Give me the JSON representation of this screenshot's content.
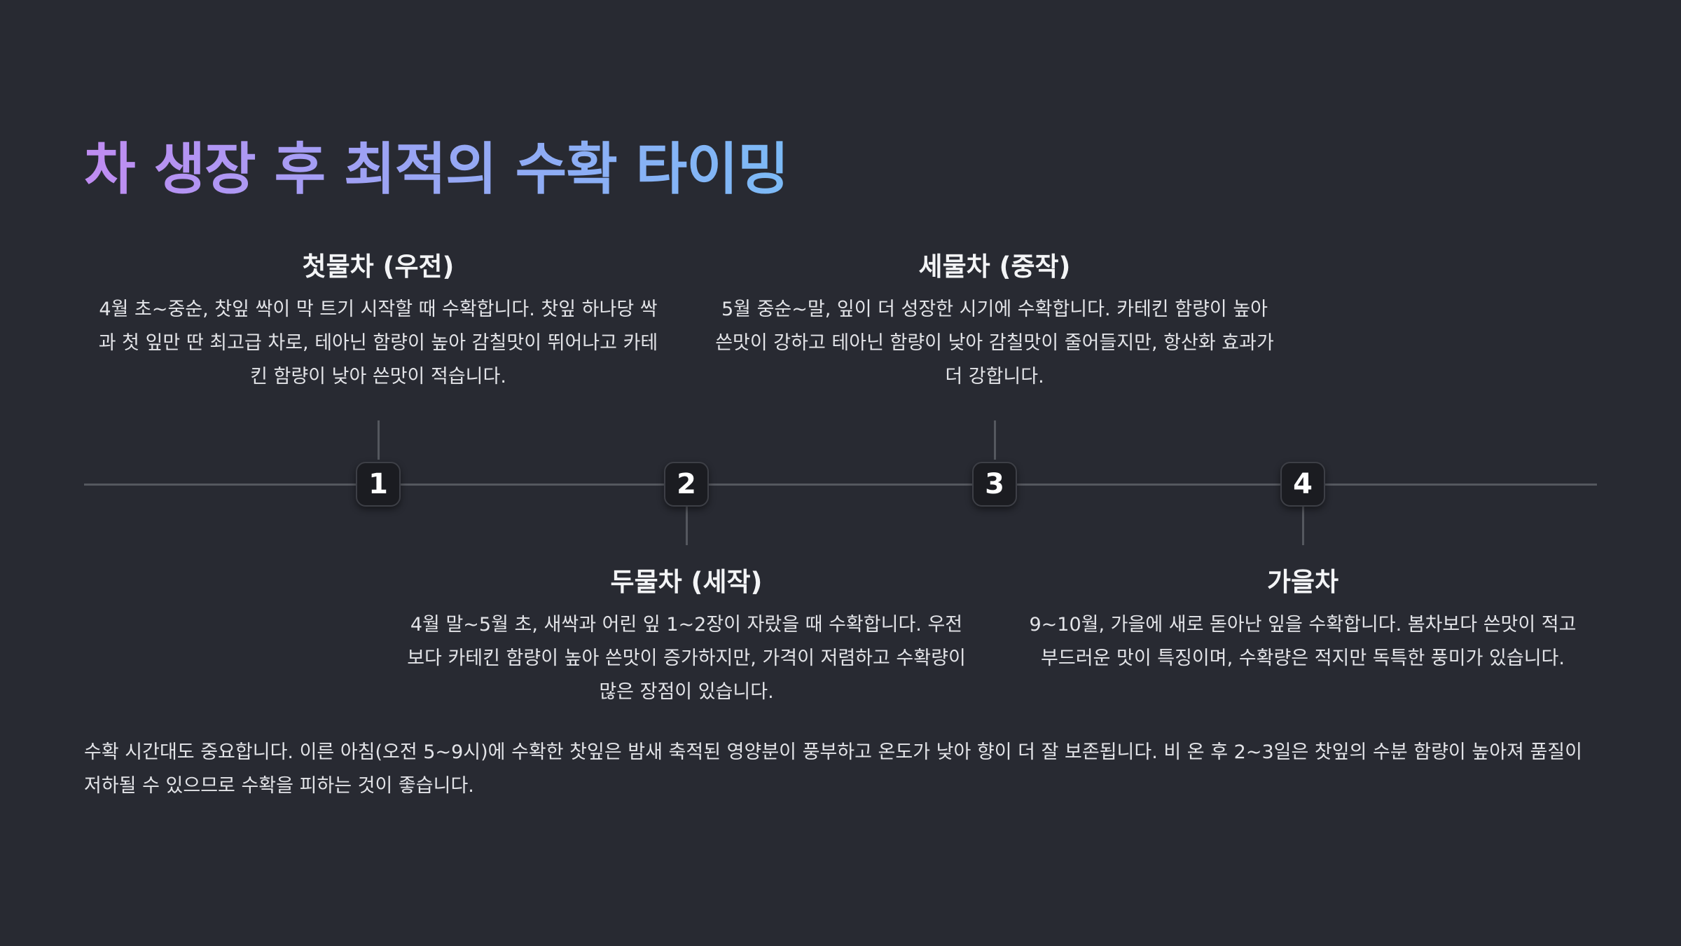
{
  "title": "차 생장 후 최적의 수확 타이밍",
  "stages": [
    {
      "number": "1",
      "title": "첫물차 (우전)",
      "description": "4월 초~중순, 찻잎 싹이 막 트기 시작할 때 수확합니다. 찻잎 하나당 싹과 첫 잎만 딴 최고급 차로, 테아닌 함량이 높아 감칠맛이 뛰어나고 카테킨 함량이 낮아 쓴맛이 적습니다."
    },
    {
      "number": "2",
      "title": "두물차 (세작)",
      "description": "4월 말~5월 초, 새싹과 어린 잎 1~2장이 자랐을 때 수확합니다. 우전보다 카테킨 함량이 높아 쓴맛이 증가하지만, 가격이 저렴하고 수확량이 많은 장점이 있습니다."
    },
    {
      "number": "3",
      "title": "세물차 (중작)",
      "description": "5월 중순~말, 잎이 더 성장한 시기에 수확합니다. 카테킨 함량이 높아 쓴맛이 강하고 테아닌 함량이 낮아 감칠맛이 줄어들지만, 항산화 효과가 더 강합니다."
    },
    {
      "number": "4",
      "title": "가을차",
      "description": "9~10월, 가을에 새로 돋아난 잎을 수확합니다. 봄차보다 쓴맛이 적고 부드러운 맛이 특징이며, 수확량은 적지만 독특한 풍미가 있습니다."
    }
  ],
  "footer_note": "수확 시간대도 중요합니다. 이른 아침(오전 5~9시)에 수확한 찻잎은 밤새 축적된 영양분이 풍부하고 온도가 낮아 향이 더 잘 보존됩니다. 비 온 후 2~3일은 찻잎의 수분 함량이 높아져 품질이 저하될 수 있으므로 수확을 피하는 것이 좋습니다.",
  "colors": {
    "background": "#282a32",
    "title_gradient_start": "#c08cf2",
    "title_gradient_end": "#7cbaf6",
    "timeline": "#55585f",
    "node_fill": "#1b1c21"
  }
}
